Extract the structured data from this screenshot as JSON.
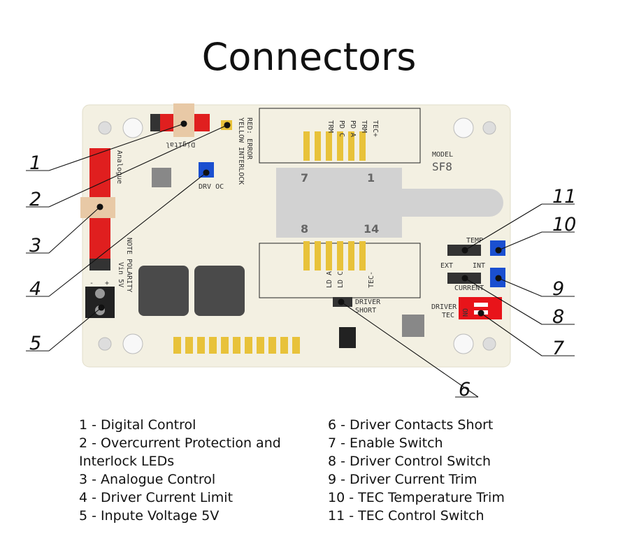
{
  "title": "Connectors",
  "board": {
    "model_label": "MODEL",
    "model": "SF8",
    "digital": "Digital",
    "analogue": "Analogue",
    "led_yellow": "YELLOW INTERLOCK",
    "led_red": "RED: ERROR",
    "drv_oc": "DRV OC",
    "top_pins": [
      "TRM",
      "PD C",
      "PD A",
      "TRM",
      "TEC+"
    ],
    "bottom_pins": [
      "LD A",
      "LD C",
      "TEC-"
    ],
    "pin_7": "7",
    "pin_1": "1",
    "pin_8": "8",
    "pin_14": "14",
    "polarity": "NOTE POLARITY",
    "vin": "Vin 5V",
    "minus": "-",
    "plus": "+",
    "temp": "TEMP",
    "ext": "EXT",
    "int": "INT",
    "current": "CURRENT",
    "driver_short": [
      "DRIVER",
      "SHORT"
    ],
    "driver_tec": [
      "DRIVER",
      "TEC"
    ],
    "on": "ON",
    "connector_mark": "1"
  },
  "callouts": [
    "1",
    "2",
    "3",
    "4",
    "5",
    "6",
    "7",
    "8",
    "9",
    "10",
    "11"
  ],
  "legend_left": [
    "1 - Digital Control",
    "2 - Overcurrent Protection and",
    "Interlock LEDs",
    "3 - Analogue Control",
    "4 - Driver Current Limit",
    "5 - Inpute Voltage 5V"
  ],
  "legend_right": [
    "6 - Driver Contacts Short",
    "7 - Enable Switch",
    "8 - Driver Control Switch",
    "9 - Driver Current Trim",
    "10 - TEC Temperature Trim",
    "11 - TEC Control Switch"
  ],
  "colors": {
    "board": "#f3f0e2",
    "header_red": "#e01f1f",
    "pad_gold": "#e8c23a",
    "trimmer_blue": "#1a4fd0",
    "switch_red": "#e8141a",
    "slot_gray": "#d2d2d2"
  }
}
